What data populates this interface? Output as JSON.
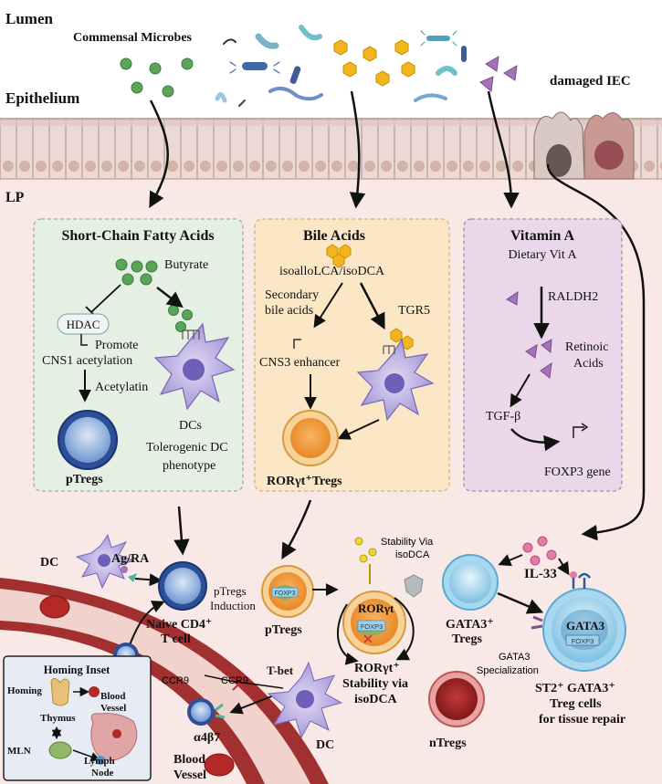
{
  "regions": {
    "lumen": "Lumen",
    "epithelium": "Epithelium",
    "lp": "LP",
    "commensal": "Commensal Microbes",
    "damaged_iec": "damaged IEC"
  },
  "scfa": {
    "title": "Short-Chain Fatty Acids",
    "butyrate": "Butyrate",
    "hdac": "HDAC",
    "promote": "Promote",
    "cns1": "CNS1 acetylation",
    "acetylatin": "Acetylatin",
    "dcs": "DCs",
    "tolerogenic_1": "Tolerogenic DC",
    "tolerogenic_2": "phenotype",
    "ptregs": "pTregs"
  },
  "bile": {
    "title": "Bile Acids",
    "isoallo": "isoalloLCA/isoDCA",
    "secondary_1": "Secondary",
    "secondary_2": "bile acids",
    "tgr5": "TGR5",
    "cns3": "CNS3 enhancer",
    "rorgt_tregs": "RORγt⁺Tregs"
  },
  "vita": {
    "title": "Vitamin A",
    "dietary": "Dietary Vit A",
    "raldh2": "RALDH2",
    "retinoic_1": "Retinoic",
    "retinoic_2": "Acids",
    "tgfb": "TGF-β",
    "foxp3gene": "FOXP3 gene"
  },
  "lower": {
    "dc_top": "DC",
    "ag_ra": "Ag/RA",
    "naive_1": "Naive CD4⁺",
    "naive_2": "T cell",
    "induction_1": "pTregs",
    "induction_2": "Induction",
    "ptregs": "pTregs",
    "foxp3": "FOXP3",
    "stability_1": "Stability Via",
    "stability_2": "isoDCA",
    "rorgt": "RORγt",
    "rorgt_stab_1": "RORγt⁺",
    "rorgt_stab_2": "Stability via",
    "rorgt_stab_3": "isoDCA",
    "il33": "IL-33",
    "gata3_tregs_1": "GATA3⁺",
    "gata3_tregs_2": "Tregs",
    "gata3": "GATA3",
    "gata3_spec_1": "GATA3",
    "gata3_spec_2": "Specialization",
    "st2_1": "ST2⁺ GATA3⁺",
    "st2_2": "Treg cells",
    "st2_3": "for tissue repair",
    "tbet": "T-bet",
    "ccr9_a": "CCR9",
    "ccr9_b": "CCR9",
    "a4b7": "α4β7",
    "dc_bottom": "DC",
    "ntregs": "nTregs",
    "blood_1": "Blood",
    "blood_2": "Vessel"
  },
  "inset": {
    "title": "Homing Inset",
    "homing": "Homing",
    "thymus": "Thymus",
    "blood_1": "Blood",
    "blood_2": "Vessel",
    "mln": "MLN",
    "lymph_1": "Lymph",
    "lymph_2": "Node"
  },
  "colors": {
    "lp_bg": "#f9e9e6",
    "scfa_box": "#e5efe3",
    "bile_box": "#fbe7c6",
    "vita_box": "#ead8ea",
    "vessel": "#a23030",
    "scfa_dot": "#5ba55a",
    "bile_hex": "#f2b51d",
    "vita_tri": "#a472b6",
    "il33_dot": "#e27ca7"
  }
}
